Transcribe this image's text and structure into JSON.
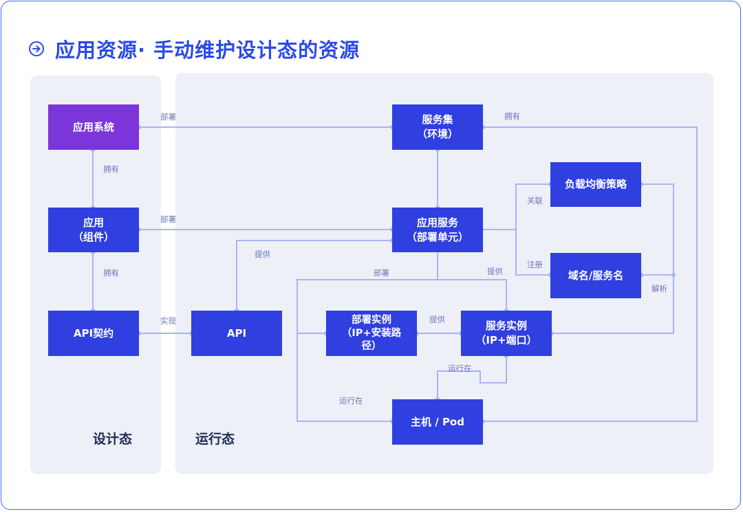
{
  "title": "应用资源· 手动维护设计态的资源",
  "panels": {
    "design": "设计态",
    "runtime": "运行态"
  },
  "nodes": {
    "app_system": "应用系统",
    "app": "应用\n（组件）",
    "api_contract": "API契约",
    "api": "API",
    "service_set": "服务集\n（环境）",
    "app_service": "应用服务\n（部署单元）",
    "lb_policy": "负载均衡策略",
    "domain": "域名/服务名",
    "deploy_instance": "部署实例\n（IP+安装路\n径）",
    "service_instance": "服务实例\n（IP+端口）",
    "host_pod": "主机 / Pod"
  },
  "edge_labels": {
    "deploy1": "部署",
    "own1": "拥有",
    "deploy2": "部署",
    "own2": "拥有",
    "implement": "实现",
    "provide1": "提供",
    "own3": "拥有",
    "relate": "关联",
    "register": "注册",
    "deploy3": "部署",
    "provide2": "提供",
    "resolve": "解析",
    "provide3": "提供",
    "run1": "运行在",
    "run2": "运行在"
  },
  "colors": {
    "accent": "#2a49e8",
    "node": "#2f3fe0",
    "node_highlight": "#7b35d9",
    "edge": "#a8b4f2",
    "panel": "#eef0f8",
    "edge_label": "#6c78b8"
  },
  "icons": {
    "title": "arrow-circle-right-icon"
  }
}
